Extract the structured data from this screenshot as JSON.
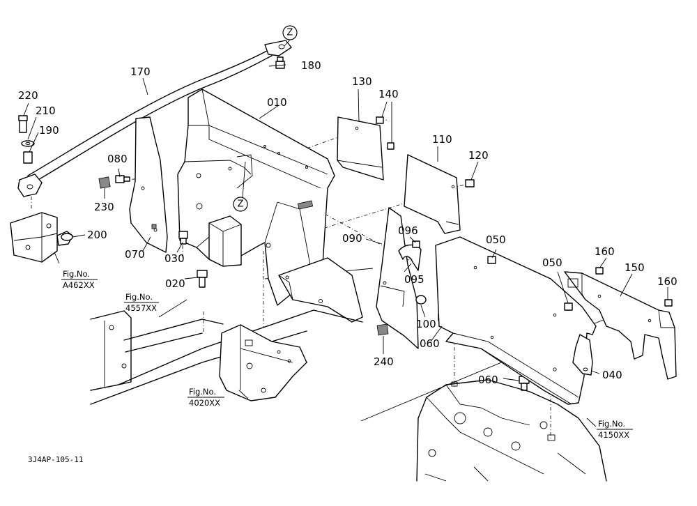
{
  "callouts": {
    "p010": "010",
    "p020": "020",
    "p030": "030",
    "p040": "040",
    "p050a": "050",
    "p050b": "050",
    "p060a": "060",
    "p060b": "060",
    "p070": "070",
    "p080": "080",
    "p090": "090",
    "p095": "095",
    "p096": "096",
    "p100": "100",
    "p110": "110",
    "p120": "120",
    "p130": "130",
    "p140": "140",
    "p150": "150",
    "p160a": "160",
    "p160b": "160",
    "p170": "170",
    "p180": "180",
    "p190": "190",
    "p200": "200",
    "p210": "210",
    "p220": "220",
    "p230": "230",
    "p240": "240"
  },
  "markers": {
    "z_top": "Z",
    "z_mid": "Z"
  },
  "fig_refs": {
    "a462": {
      "line1": "Fig.No.",
      "line2": "A462XX"
    },
    "f4557": {
      "line1": "Fig.No.",
      "line2": "4557XX"
    },
    "f4020": {
      "line1": "Fig.No.",
      "line2": "4020XX"
    },
    "f4150": {
      "line1": "Fig.No.",
      "line2": "4150XX"
    }
  },
  "drawing_code": "3J4AP-105-11"
}
